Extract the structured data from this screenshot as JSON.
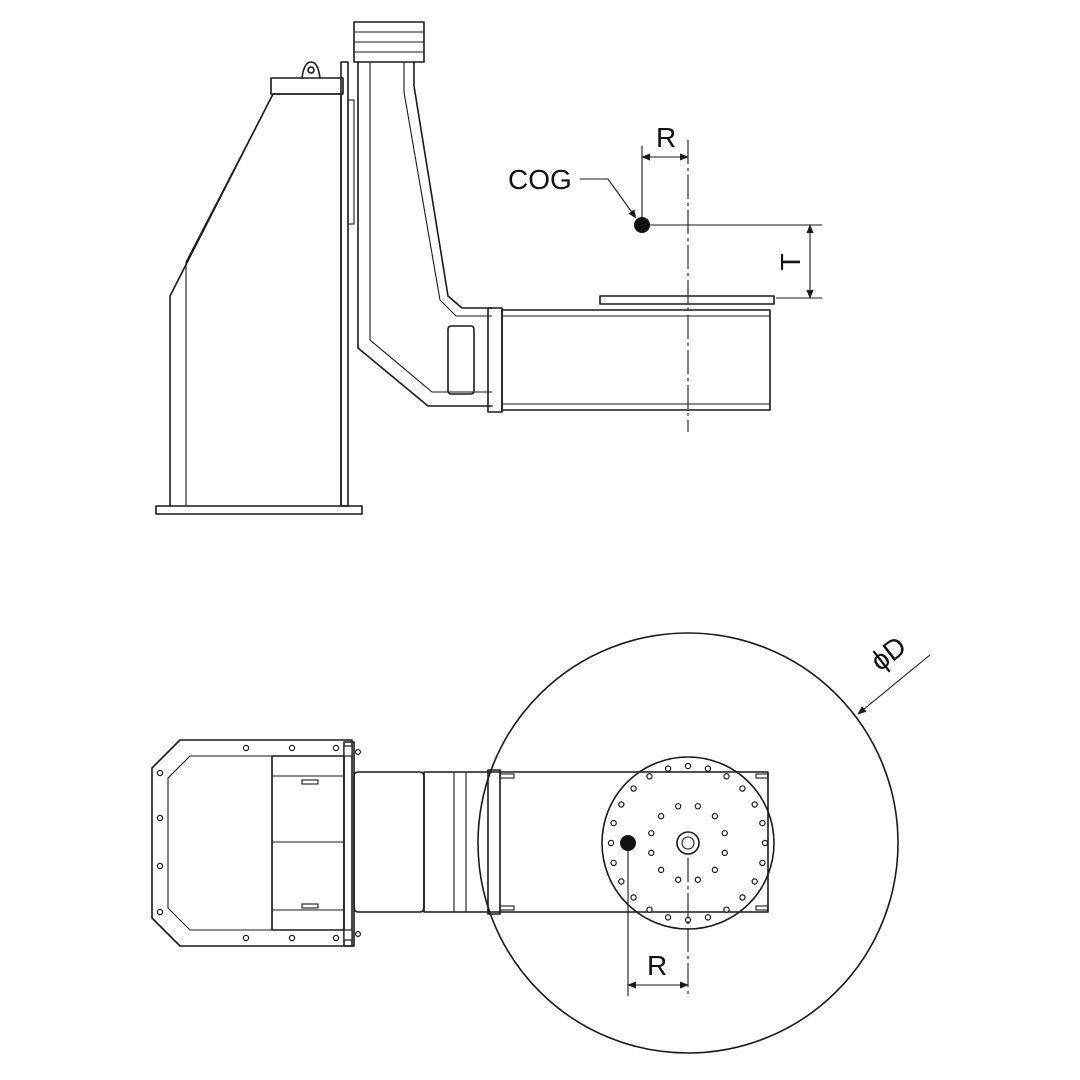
{
  "labels": {
    "cog": "COG",
    "radius_top": "R",
    "height": "T",
    "diameter_symbol": "ϕ",
    "diameter": "D",
    "radius_bottom": "R"
  },
  "colors": {
    "line": "#1a1a1a",
    "background": "#ffffff"
  }
}
